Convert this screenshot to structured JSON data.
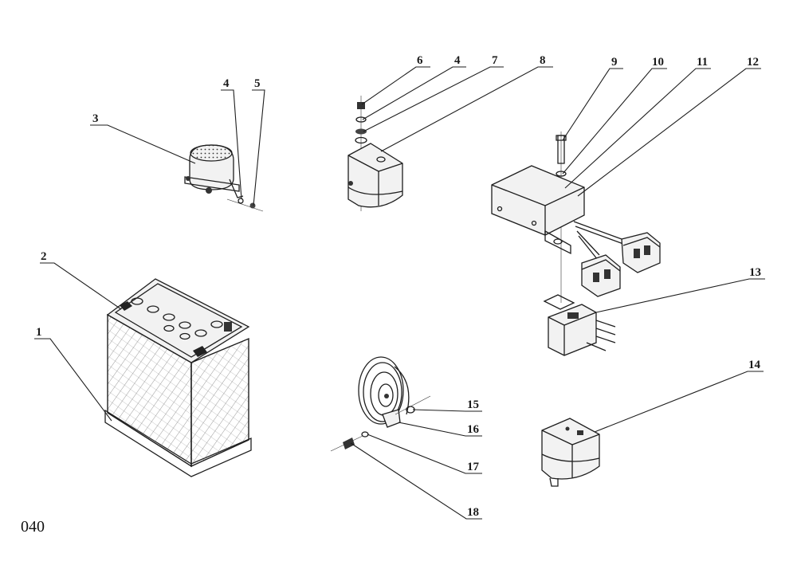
{
  "page_number": "040",
  "callouts": [
    {
      "id": "c1",
      "label": "1"
    },
    {
      "id": "c2",
      "label": "2"
    },
    {
      "id": "c3",
      "label": "3"
    },
    {
      "id": "c4a",
      "label": "4"
    },
    {
      "id": "c5",
      "label": "5"
    },
    {
      "id": "c6",
      "label": "6"
    },
    {
      "id": "c4b",
      "label": "4"
    },
    {
      "id": "c7",
      "label": "7"
    },
    {
      "id": "c8",
      "label": "8"
    },
    {
      "id": "c9",
      "label": "9"
    },
    {
      "id": "c10",
      "label": "10"
    },
    {
      "id": "c11",
      "label": "11"
    },
    {
      "id": "c12",
      "label": "12"
    },
    {
      "id": "c13",
      "label": "13"
    },
    {
      "id": "c14",
      "label": "14"
    },
    {
      "id": "c15",
      "label": "15"
    },
    {
      "id": "c16",
      "label": "16"
    },
    {
      "id": "c17",
      "label": "17"
    },
    {
      "id": "c18",
      "label": "18"
    }
  ]
}
